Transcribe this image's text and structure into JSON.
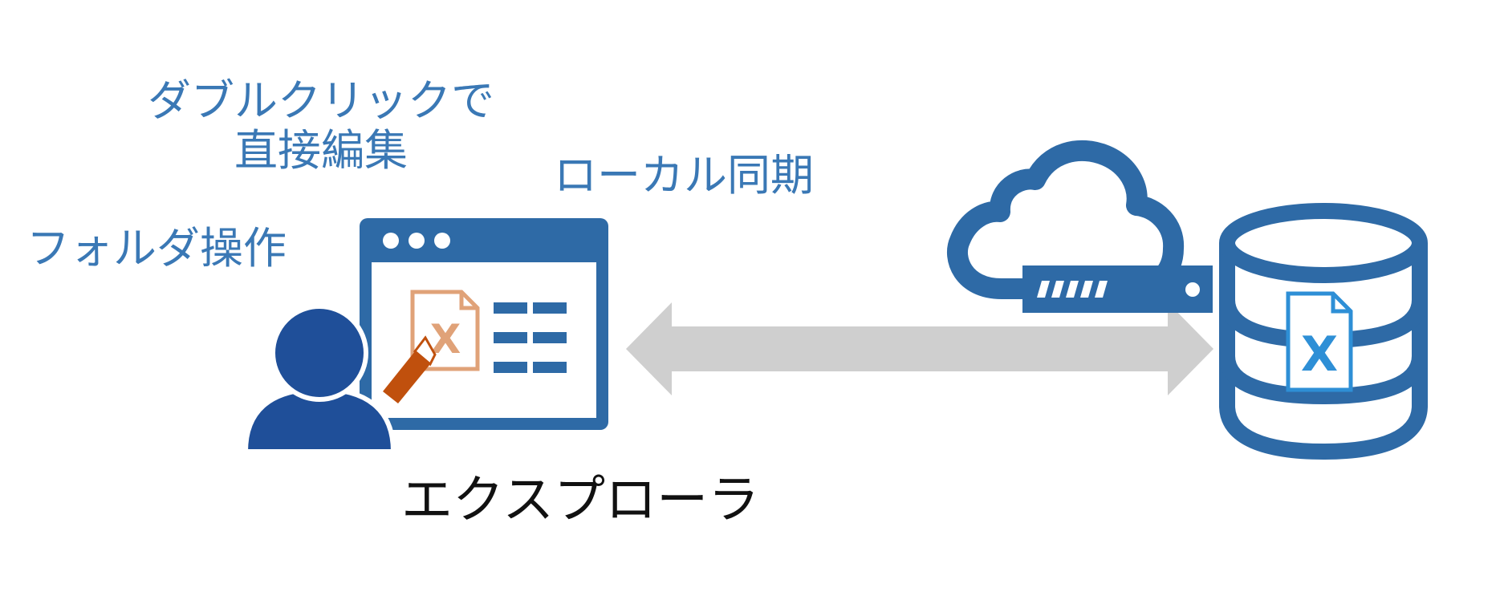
{
  "labels": {
    "double_click_line1": "ダブルクリックで",
    "double_click_line2": "直接編集",
    "local_sync": "ローカル同期",
    "folder_operation": "フォルダ操作",
    "explorer": "エクスプローラ"
  },
  "icons": {
    "user": "user-icon",
    "explorer_window": "explorer-window-icon",
    "excel_file_local": "excel-file-icon",
    "pencil": "pencil-icon",
    "sync_arrow": "double-arrow-icon",
    "cloud": "cloud-icon",
    "server": "server-icon",
    "database": "database-icon",
    "excel_file_remote": "excel-file-icon"
  },
  "colors": {
    "primary_blue": "#2e6aa6",
    "user_blue": "#1f4f99",
    "label_blue": "#3a78b5",
    "excel_orange": "#e0a278",
    "pencil_brown": "#c0500d",
    "arrow_gray": "#cfcfcf",
    "excel_blue": "#2e8fd6"
  }
}
